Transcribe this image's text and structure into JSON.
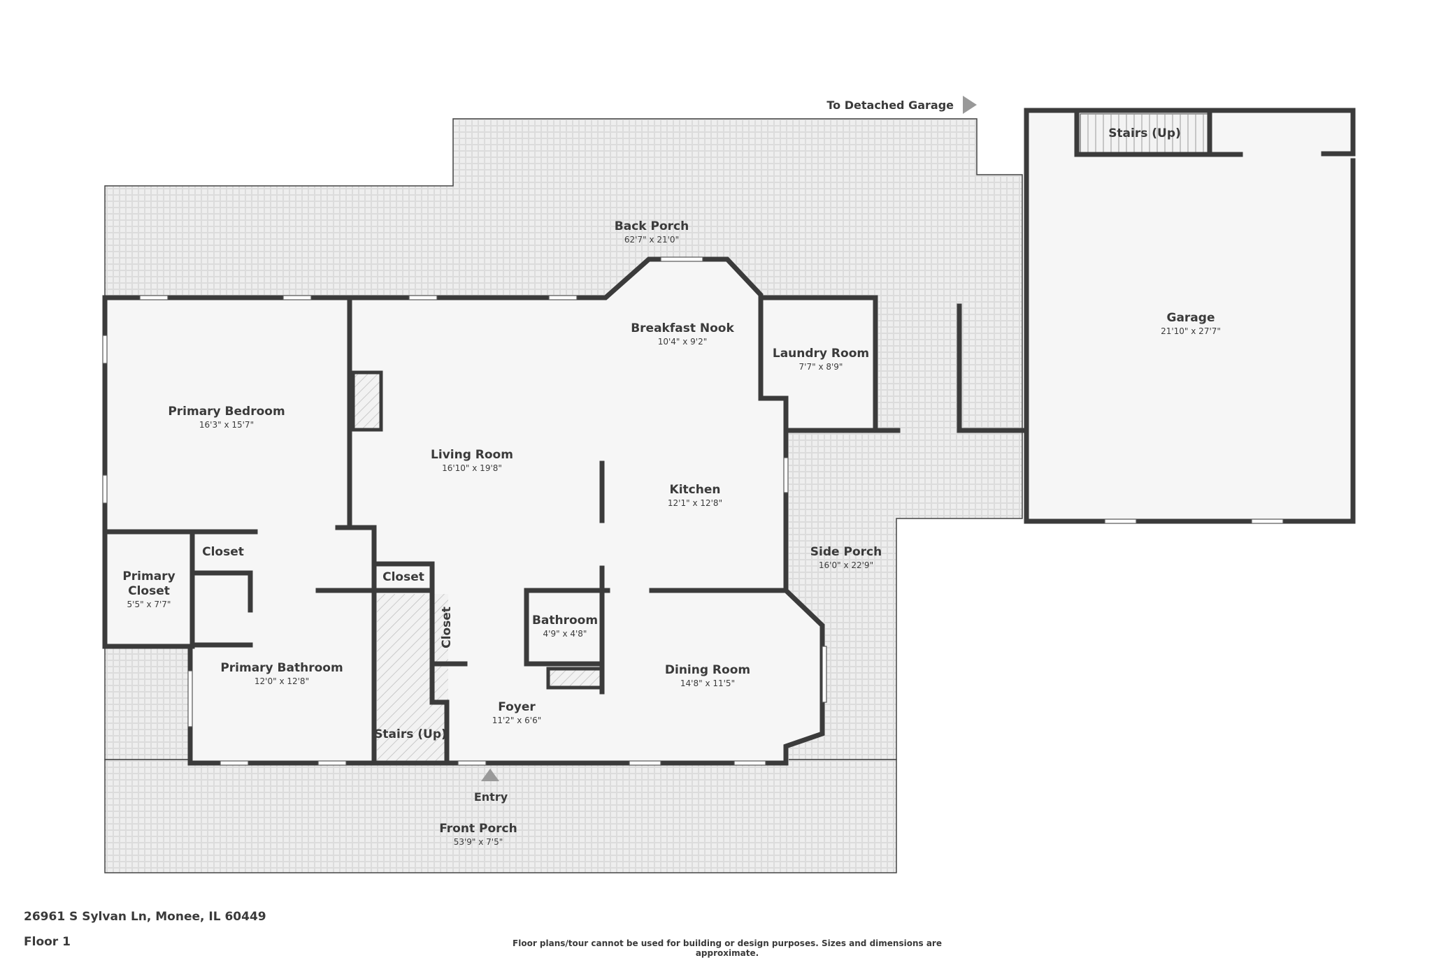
{
  "plan": {
    "address": "26961 S Sylvan Ln, Monee, IL 60449",
    "floor": "Floor 1",
    "disclaimer": "Floor plans/tour cannot be used for building or design purposes. Sizes and dimensions are approximate.",
    "garage_link": "To Detached Garage",
    "entry_label": "Entry"
  },
  "rooms": {
    "back_porch": {
      "name": "Back Porch",
      "dim": "62'7\" x 21'0\""
    },
    "breakfast_nook": {
      "name": "Breakfast Nook",
      "dim": "10'4\" x 9'2\""
    },
    "laundry_room": {
      "name": "Laundry Room",
      "dim": "7'7\" x 8'9\""
    },
    "garage": {
      "name": "Garage",
      "dim": "21'10\" x 27'7\""
    },
    "garage_stairs": {
      "name": "Stairs (Up)"
    },
    "primary_bedroom": {
      "name": "Primary Bedroom",
      "dim": "16'3\" x 15'7\""
    },
    "living_room": {
      "name": "Living Room",
      "dim": "16'10\" x 19'8\""
    },
    "kitchen": {
      "name": "Kitchen",
      "dim": "12'1\" x 12'8\""
    },
    "side_porch": {
      "name": "Side Porch",
      "dim": "16'0\" x 22'9\""
    },
    "closet_a": {
      "name": "Closet"
    },
    "primary_closet": {
      "name": "Primary Closet",
      "name_line1": "Primary",
      "name_line2": "Closet",
      "dim": "5'5\" x 7'7\""
    },
    "closet_b": {
      "name": "Closet"
    },
    "closet_c": {
      "name": "Closet"
    },
    "bathroom": {
      "name": "Bathroom",
      "dim": "4'9\" x 4'8\""
    },
    "primary_bathroom": {
      "name": "Primary Bathroom",
      "dim": "12'0\" x 12'8\""
    },
    "dining_room": {
      "name": "Dining Room",
      "dim": "14'8\" x 11'5\""
    },
    "foyer": {
      "name": "Foyer",
      "dim": "11'2\" x 6'6\""
    },
    "stairs": {
      "name": "Stairs (Up)"
    },
    "front_porch": {
      "name": "Front Porch",
      "dim": "53'9\" x 7'5\""
    }
  },
  "colors": {
    "wall": "#3b3b3b",
    "floor": "#f6f6f6",
    "porch": "#efefef",
    "text": "#3a3a3a"
  },
  "icons": {
    "garage_link": "triangle-arrow-right-icon",
    "entry": "triangle-arrow-up-icon"
  }
}
